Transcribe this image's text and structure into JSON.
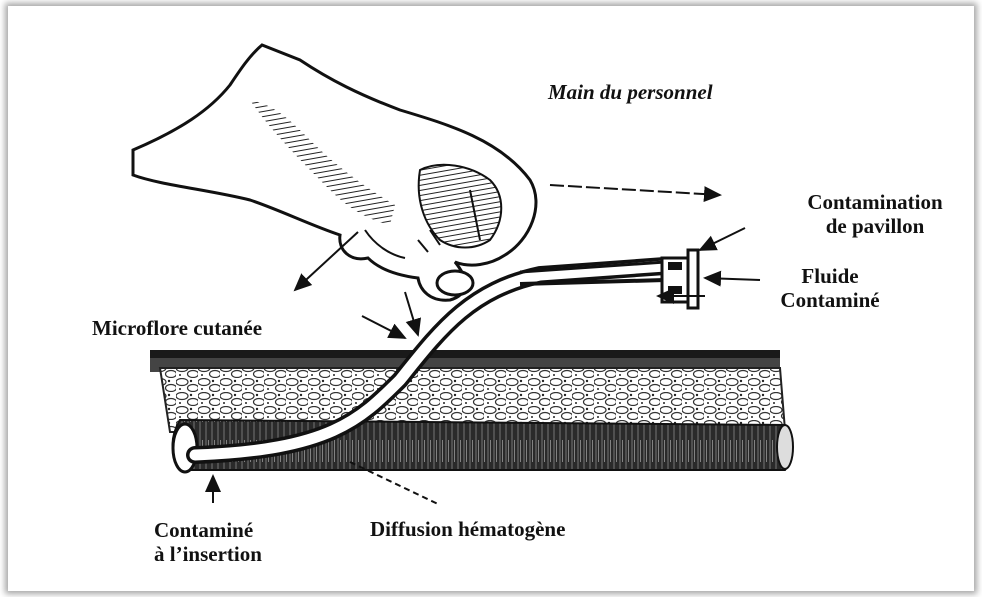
{
  "labels": {
    "main_personnel": "Main du personnel",
    "contamination_pavillon_line1": "Contamination",
    "contamination_pavillon_line2": "de pavillon",
    "fluide_line1": "Fluide",
    "fluide_line2": "Contaminé",
    "microflore": "Microflore cutanée",
    "contamine_line1": "Contaminé",
    "contamine_line2": "à l’insertion",
    "diffusion": "Diffusion hématogène"
  },
  "colors": {
    "ink": "#111111",
    "background": "#ffffff",
    "tissue_dark": "#222222",
    "tissue_mid": "#555555"
  }
}
